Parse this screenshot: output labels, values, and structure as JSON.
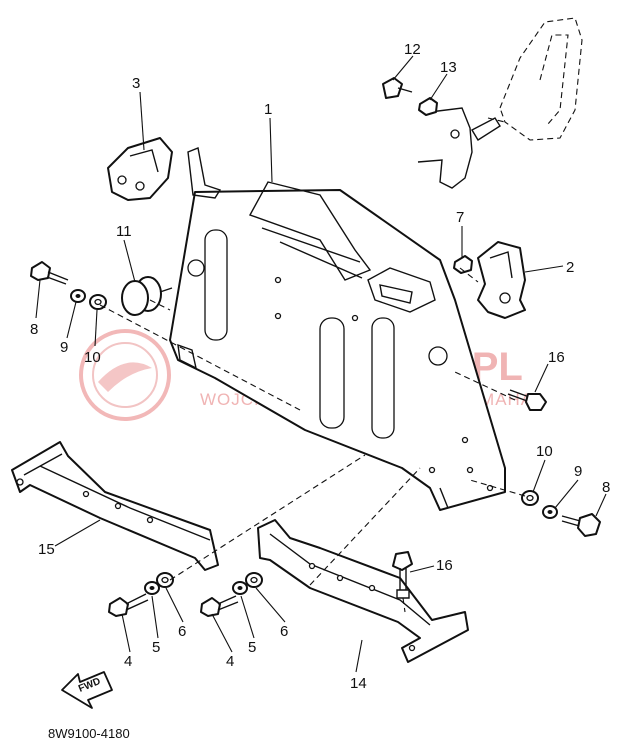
{
  "diagram_code": "8W9100-4180",
  "watermark": {
    "text": "YAMA-SKLEP.PL",
    "subtext": "WOJCIECHOWICZ | DEALER YAMAHA"
  },
  "fwd_label": "FWD",
  "callouts": [
    {
      "id": "c1",
      "label": "1"
    },
    {
      "id": "c2",
      "label": "2"
    },
    {
      "id": "c3",
      "label": "3"
    },
    {
      "id": "c4a",
      "label": "4"
    },
    {
      "id": "c4b",
      "label": "4"
    },
    {
      "id": "c5a",
      "label": "5"
    },
    {
      "id": "c5b",
      "label": "5"
    },
    {
      "id": "c6a",
      "label": "6"
    },
    {
      "id": "c6b",
      "label": "6"
    },
    {
      "id": "c7",
      "label": "7"
    },
    {
      "id": "c8a",
      "label": "8"
    },
    {
      "id": "c8b",
      "label": "8"
    },
    {
      "id": "c9a",
      "label": "9"
    },
    {
      "id": "c9b",
      "label": "9"
    },
    {
      "id": "c10a",
      "label": "10"
    },
    {
      "id": "c10b",
      "label": "10"
    },
    {
      "id": "c11",
      "label": "11"
    },
    {
      "id": "c12",
      "label": "12"
    },
    {
      "id": "c13",
      "label": "13"
    },
    {
      "id": "c14",
      "label": "14"
    },
    {
      "id": "c15",
      "label": "15"
    },
    {
      "id": "c16a",
      "label": "16"
    },
    {
      "id": "c16b",
      "label": "16"
    }
  ]
}
